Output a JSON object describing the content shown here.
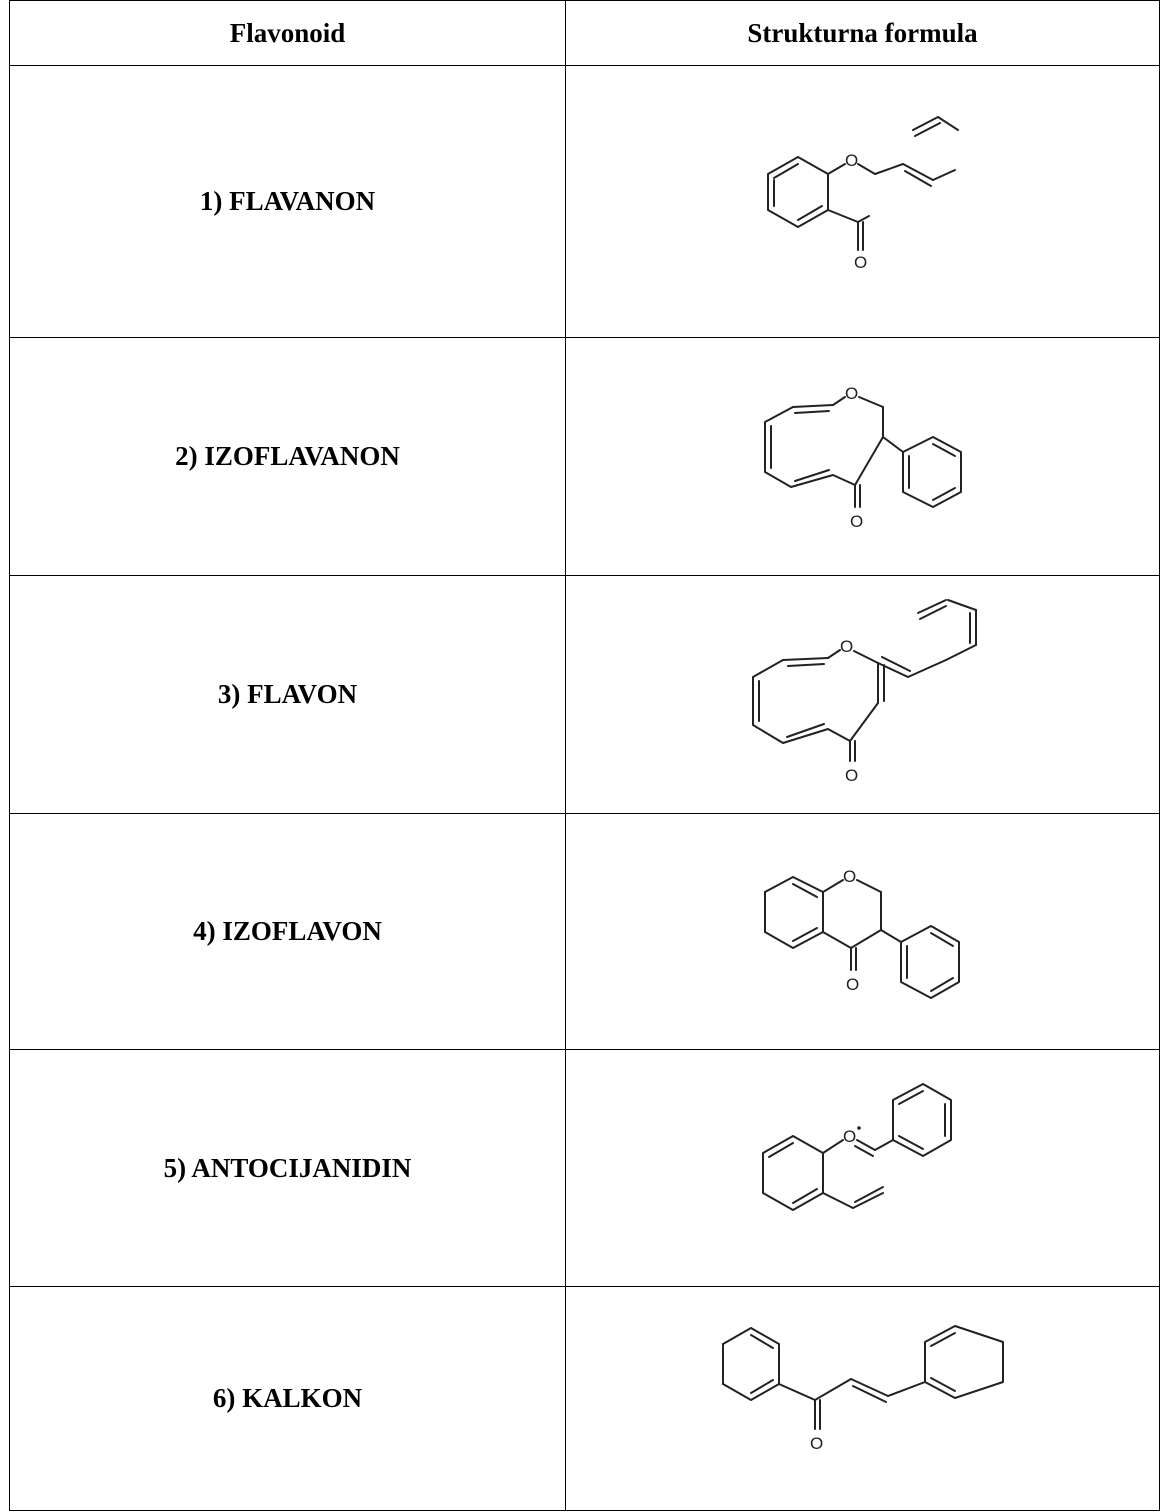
{
  "table": {
    "headers": {
      "col1": "Flavonoid",
      "col2": "Strukturna formula"
    },
    "rows": [
      {
        "name": "1) FLAVANON",
        "structure_icon": "flavanone-structure-icon"
      },
      {
        "name": "2) IZOFLAVANON",
        "structure_icon": "isoflavanone-structure-icon"
      },
      {
        "name": "3) FLAVON",
        "structure_icon": "flavone-structure-icon"
      },
      {
        "name": "4) IZOFLAVON",
        "structure_icon": "isoflavone-structure-icon"
      },
      {
        "name": "5) ANTOCIJANIDIN",
        "structure_icon": "anthocyanidin-structure-icon"
      },
      {
        "name": "6) KALKON",
        "structure_icon": "chalcone-structure-icon"
      }
    ]
  },
  "atoms": {
    "oxygen": "O"
  }
}
